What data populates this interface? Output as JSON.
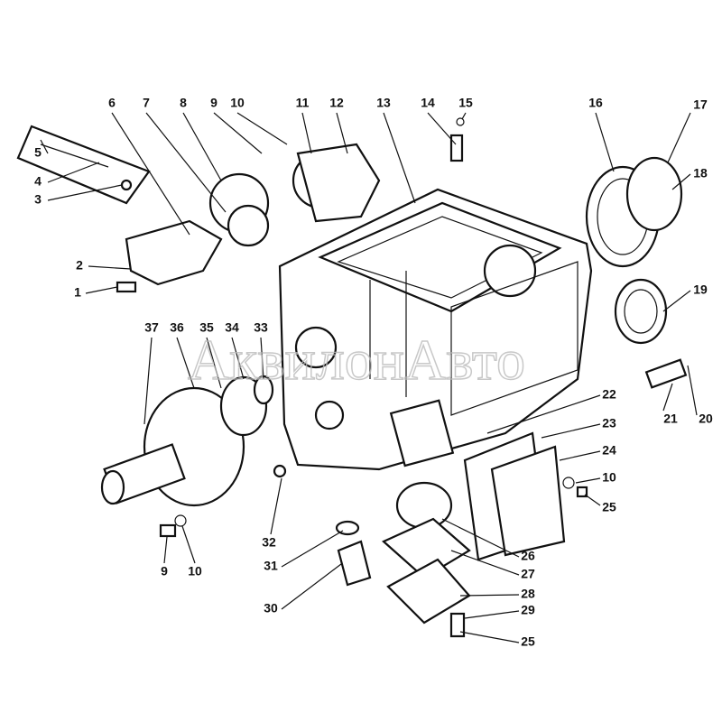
{
  "title": "Gearbox housing exploded parts diagram",
  "watermark": "АквилонАвто",
  "labels": [
    "1",
    "2",
    "3",
    "4",
    "5",
    "6",
    "7",
    "8",
    "9",
    "10",
    "11",
    "12",
    "13",
    "14",
    "15",
    "16",
    "17",
    "18",
    "19",
    "20",
    "21",
    "22",
    "23",
    "24",
    "10",
    "25",
    "26",
    "27",
    "28",
    "29",
    "25",
    "30",
    "31",
    "32",
    "9",
    "10",
    "33",
    "34",
    "35",
    "36",
    "37"
  ]
}
